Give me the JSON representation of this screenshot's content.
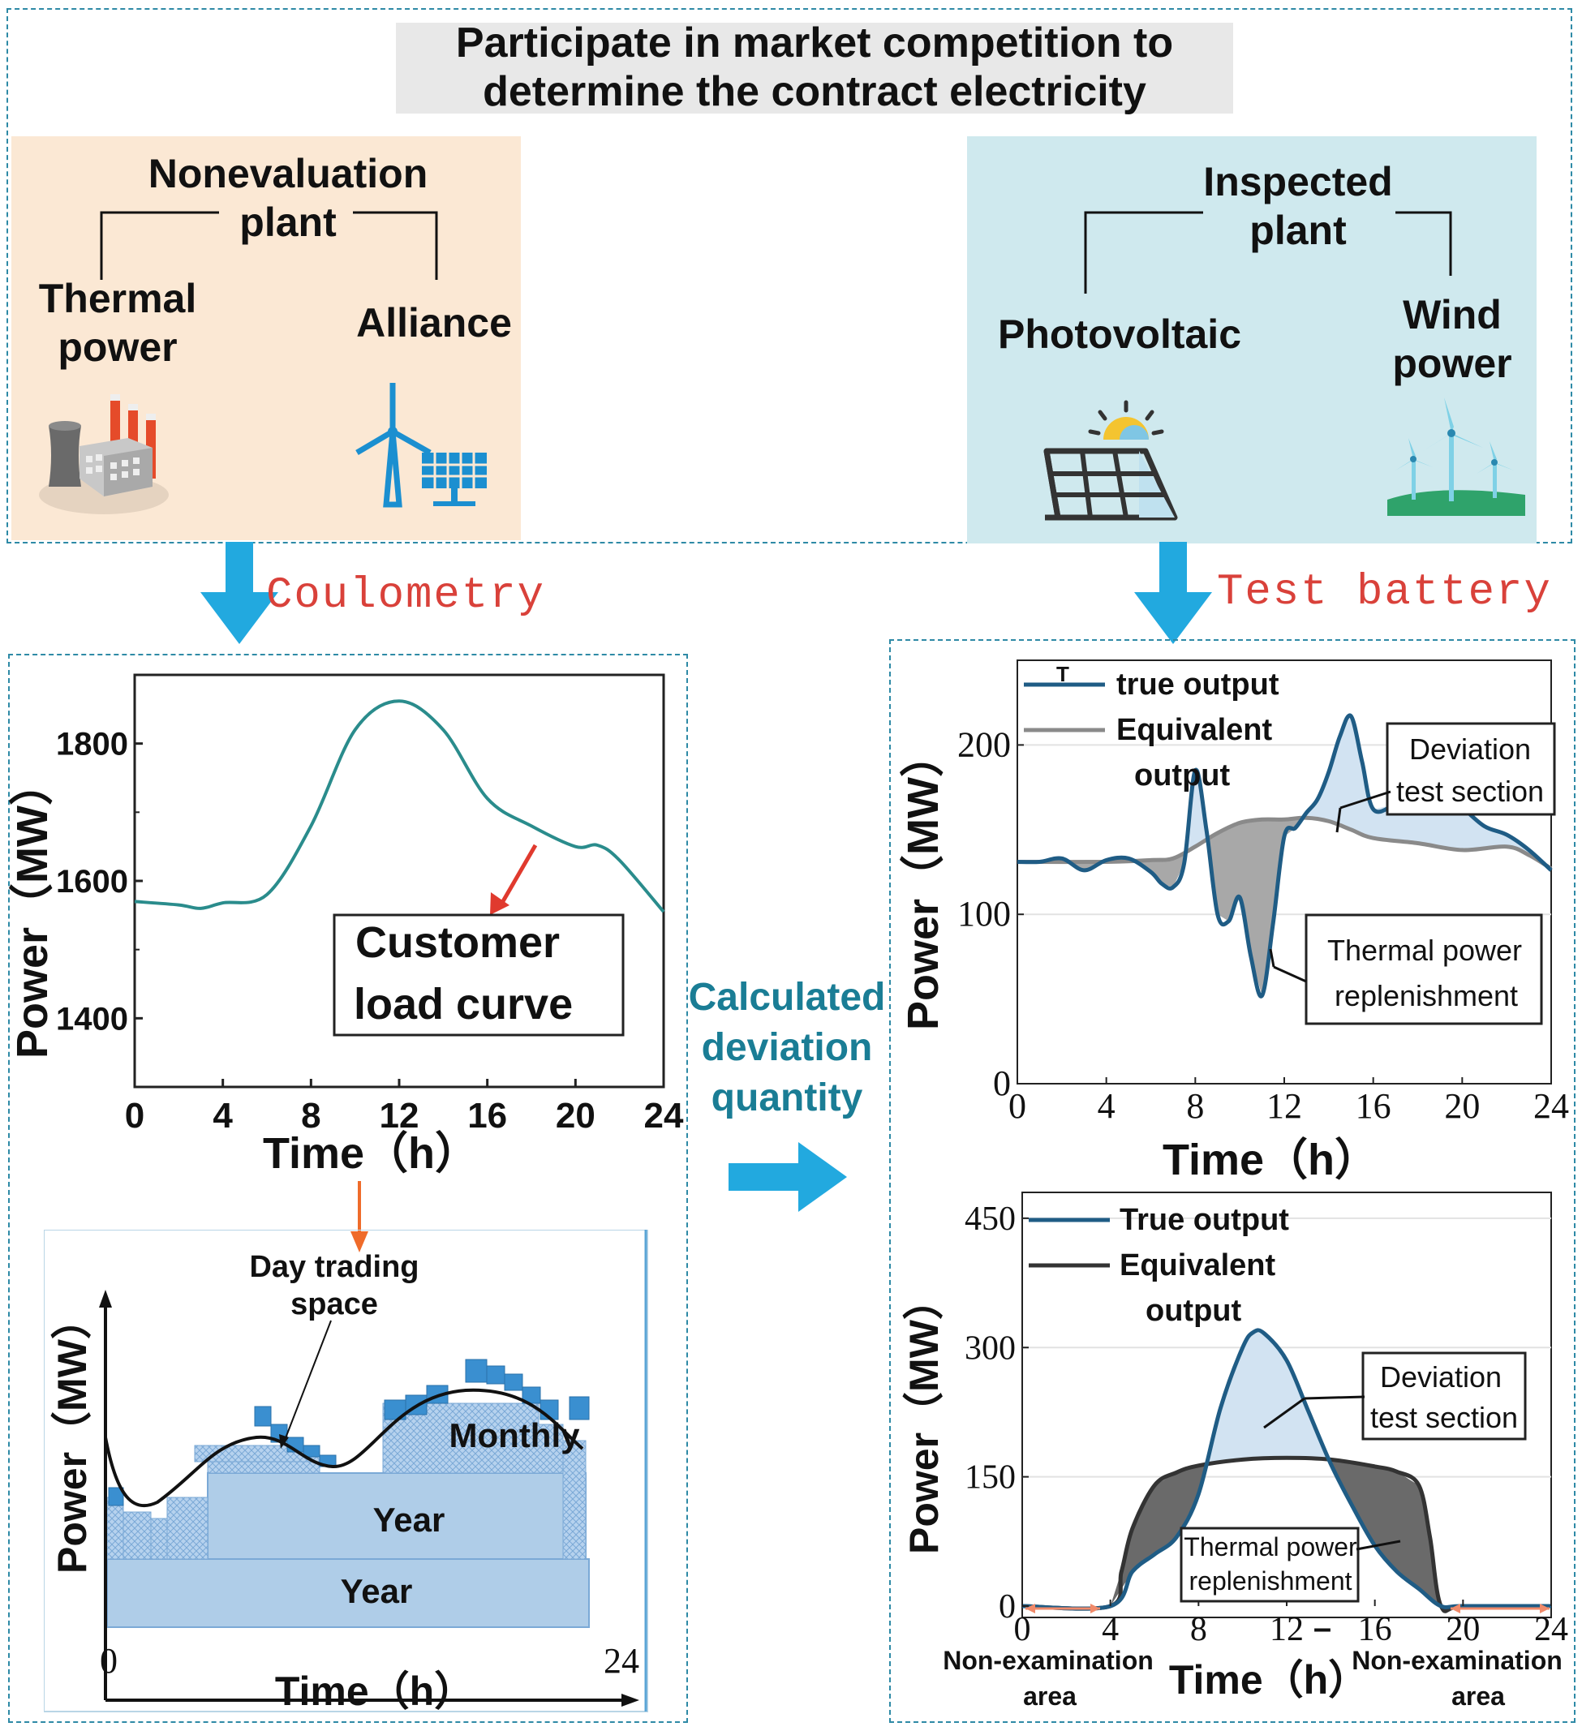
{
  "header": {
    "line1": "Participate in market competition to",
    "line2": "determine the contract electricity"
  },
  "left_panel": {
    "title_line1": "Nonevaluation",
    "title_line2": "plant",
    "thermal_line1": "Thermal",
    "thermal_line2": "power",
    "alliance": "Alliance"
  },
  "right_panel": {
    "title_line1": "Inspected",
    "title_line2": "plant",
    "pv": "Photovoltaic",
    "wind_line1": "Wind",
    "wind_line2": "power"
  },
  "arrows": {
    "left_label": "Coulometry",
    "right_label": "Test battery",
    "middle_line1": "Calculated",
    "middle_line2": "deviation",
    "middle_line3": "quantity"
  },
  "colors": {
    "teal_line": "#2a8c8c",
    "navy_line": "#1f5c85",
    "gray_line": "#8a8a8a",
    "orange_bg": "#fbe8d4",
    "cyan_bg": "#cfe9ee",
    "blue_arrow": "#22a9df",
    "red_text": "#d9413a",
    "fill_light_blue": "#d7e7f6",
    "fill_gray": "#a0a0a0"
  },
  "chart_data": [
    {
      "type": "line",
      "xlabel": "Time（h）",
      "ylabel": "Power（MW）",
      "x_ticks": [
        "0",
        "4",
        "8",
        "12",
        "16",
        "20",
        "24"
      ],
      "y_ticks": [
        "1400",
        "1600",
        "1800"
      ],
      "xlim": [
        0,
        24
      ],
      "ylim": [
        1300,
        1900
      ],
      "annotation": [
        "Customer",
        "load curve"
      ],
      "series": [
        {
          "x": [
            0,
            2,
            3,
            4,
            6,
            8,
            10,
            12,
            14,
            16,
            18,
            20,
            21,
            22,
            24
          ],
          "y": [
            1570,
            1565,
            1560,
            1568,
            1580,
            1680,
            1820,
            1862,
            1820,
            1720,
            1680,
            1650,
            1652,
            1630,
            1555
          ]
        }
      ]
    },
    {
      "type": "area",
      "xlabel": "Time（h）",
      "ylabel": "Power（MW）",
      "x_ticks": [
        "0",
        "24"
      ],
      "labels": {
        "day": [
          "Day trading",
          "space"
        ],
        "monthly": "Monthly",
        "year_upper": "Year",
        "year_lower": "Year"
      }
    },
    {
      "type": "line",
      "xlabel": "Time（h）",
      "ylabel": "Power（MW）",
      "x_ticks": [
        "0",
        "4",
        "8",
        "12",
        "16",
        "20",
        "24"
      ],
      "y_ticks": [
        "0",
        "100",
        "200"
      ],
      "xlim": [
        0,
        24
      ],
      "ylim": [
        0,
        250
      ],
      "legend": [
        "true output",
        "Equivalent",
        "output"
      ],
      "annotations": {
        "deviation": [
          "Deviation",
          "test section"
        ],
        "thermal": [
          "Thermal power",
          "replenishment"
        ]
      },
      "series": [
        {
          "name": "true output",
          "x": [
            0,
            1,
            2,
            3,
            4,
            5,
            6,
            6.5,
            7,
            7.5,
            8,
            8.5,
            9,
            9.5,
            10,
            10.5,
            11,
            11.5,
            12,
            12.5,
            13,
            13.5,
            14,
            14.5,
            15,
            15.5,
            16,
            17,
            18,
            19,
            20,
            21,
            22,
            23,
            24
          ],
          "y": [
            131,
            131,
            133,
            126,
            132,
            133,
            125,
            118,
            116,
            130,
            185,
            150,
            100,
            96,
            110,
            75,
            52,
            95,
            146,
            151,
            160,
            168,
            184,
            205,
            217,
            190,
            162,
            165,
            172,
            172,
            163,
            152,
            147,
            138,
            126
          ]
        },
        {
          "name": "Equivalent output",
          "x": [
            0,
            4,
            6,
            7,
            8,
            9,
            10,
            11,
            12,
            13,
            14,
            15,
            16,
            18,
            20,
            22,
            23,
            24
          ],
          "y": [
            131,
            131,
            132,
            133,
            140,
            148,
            154,
            156,
            156,
            157,
            155,
            150,
            145,
            142,
            138,
            140,
            135,
            127
          ]
        }
      ]
    },
    {
      "type": "line",
      "xlabel": "Time（h）",
      "ylabel": "Power（MW）",
      "x_ticks": [
        "0",
        "4",
        "8",
        "12",
        "16",
        "20",
        "24"
      ],
      "y_ticks": [
        "0",
        "150",
        "300",
        "450"
      ],
      "xlim": [
        0,
        24
      ],
      "ylim": [
        0,
        480
      ],
      "legend": [
        "True output",
        "Equivalent",
        "output"
      ],
      "annotations": {
        "deviation": [
          "Deviation",
          "test section"
        ],
        "thermal": [
          "Thermal power",
          "replenishment"
        ],
        "tick_dash": "–"
      },
      "non_exam": {
        "left": [
          "Non-examination",
          "area"
        ],
        "right": [
          "Non-examination",
          "area"
        ]
      },
      "series": [
        {
          "name": "True output",
          "x": [
            0,
            4,
            5,
            6,
            7,
            8,
            9,
            10,
            10.5,
            11,
            12,
            13,
            14,
            15,
            16,
            17,
            18,
            19,
            20,
            24
          ],
          "y": [
            0,
            0,
            40,
            60,
            80,
            130,
            230,
            300,
            318,
            316,
            285,
            225,
            165,
            115,
            70,
            40,
            20,
            0,
            0,
            0
          ]
        },
        {
          "name": "Equivalent output",
          "x": [
            0,
            4,
            4.5,
            5,
            6,
            7,
            8,
            10,
            12,
            14,
            16,
            17,
            18,
            18.5,
            19,
            20,
            24
          ],
          "y": [
            0,
            0,
            40,
            90,
            140,
            155,
            163,
            170,
            172,
            170,
            162,
            156,
            140,
            80,
            0,
            0,
            0
          ]
        }
      ]
    }
  ]
}
